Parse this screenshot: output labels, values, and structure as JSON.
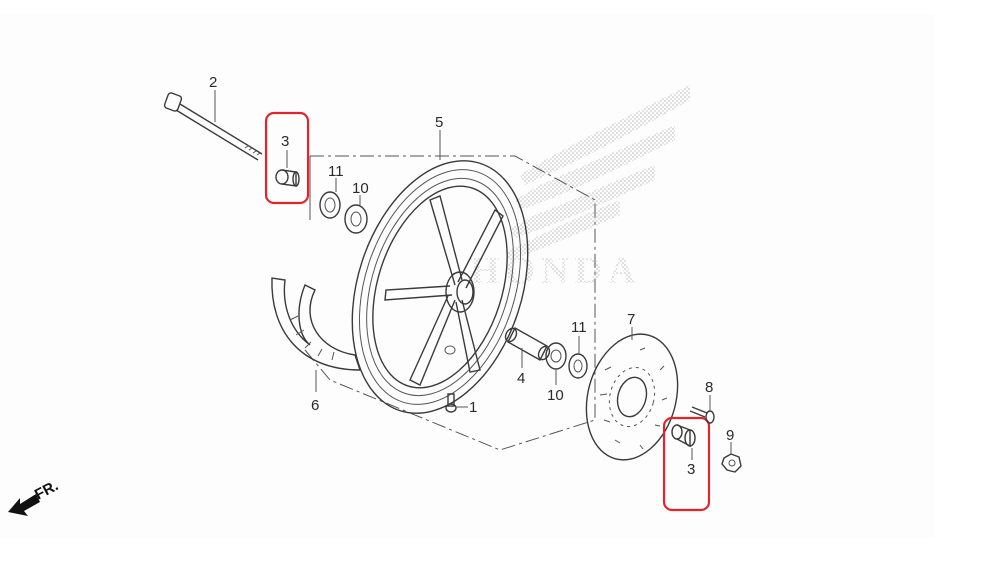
{
  "diagram": {
    "subject": "Front wheel assembly",
    "watermark": "HONDA",
    "direction_indicator": "FR.",
    "highlight_color": "#e0262b",
    "line_color": "#3a3a3a",
    "callouts": [
      {
        "id": "1",
        "label": "1",
        "part": "valve"
      },
      {
        "id": "2",
        "label": "2",
        "part": "axle bolt"
      },
      {
        "id": "3a",
        "label": "3",
        "part": "collar (left)",
        "highlighted": true
      },
      {
        "id": "3b",
        "label": "3",
        "part": "collar (right)",
        "highlighted": true
      },
      {
        "id": "4",
        "label": "4",
        "part": "distance collar"
      },
      {
        "id": "5",
        "label": "5",
        "part": "wheel"
      },
      {
        "id": "6",
        "label": "6",
        "part": "fender"
      },
      {
        "id": "7",
        "label": "7",
        "part": "brake disc"
      },
      {
        "id": "8",
        "label": "8",
        "part": "disc bolt"
      },
      {
        "id": "9",
        "label": "9",
        "part": "axle nut"
      },
      {
        "id": "10a",
        "label": "10",
        "part": "bearing (left)"
      },
      {
        "id": "10b",
        "label": "10",
        "part": "bearing (right)"
      },
      {
        "id": "11a",
        "label": "11",
        "part": "dust seal (left)"
      },
      {
        "id": "11b",
        "label": "11",
        "part": "dust seal (right)"
      }
    ]
  }
}
